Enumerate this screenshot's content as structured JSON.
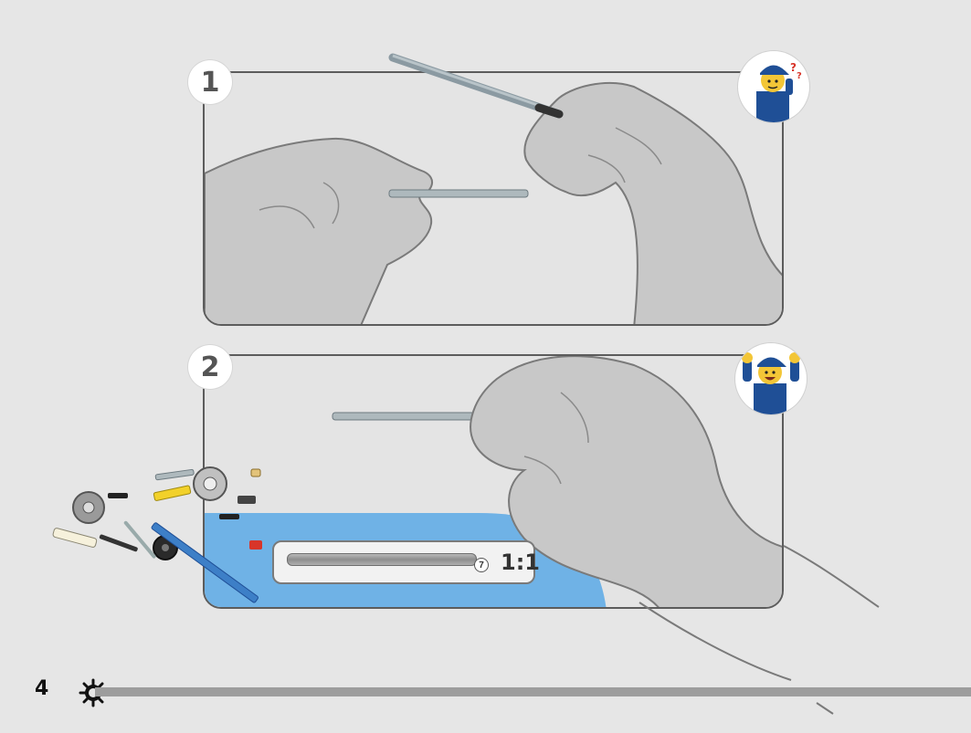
{
  "steps": [
    {
      "number": "1",
      "minifig": "confused-minifig"
    },
    {
      "number": "2",
      "minifig": "cheering-minifig"
    }
  ],
  "callout": {
    "quantity": "7",
    "scale": "1:1",
    "part": "axle"
  },
  "footer": {
    "page_number": "4",
    "icon": "gear-icon"
  },
  "colors": {
    "background": "#e6e6e6",
    "panel_border": "#5c5c5c",
    "build_area_blue": "#6fb2e6",
    "minifig_blue": "#1f4f96",
    "footer_bar": "#9d9d9d"
  }
}
